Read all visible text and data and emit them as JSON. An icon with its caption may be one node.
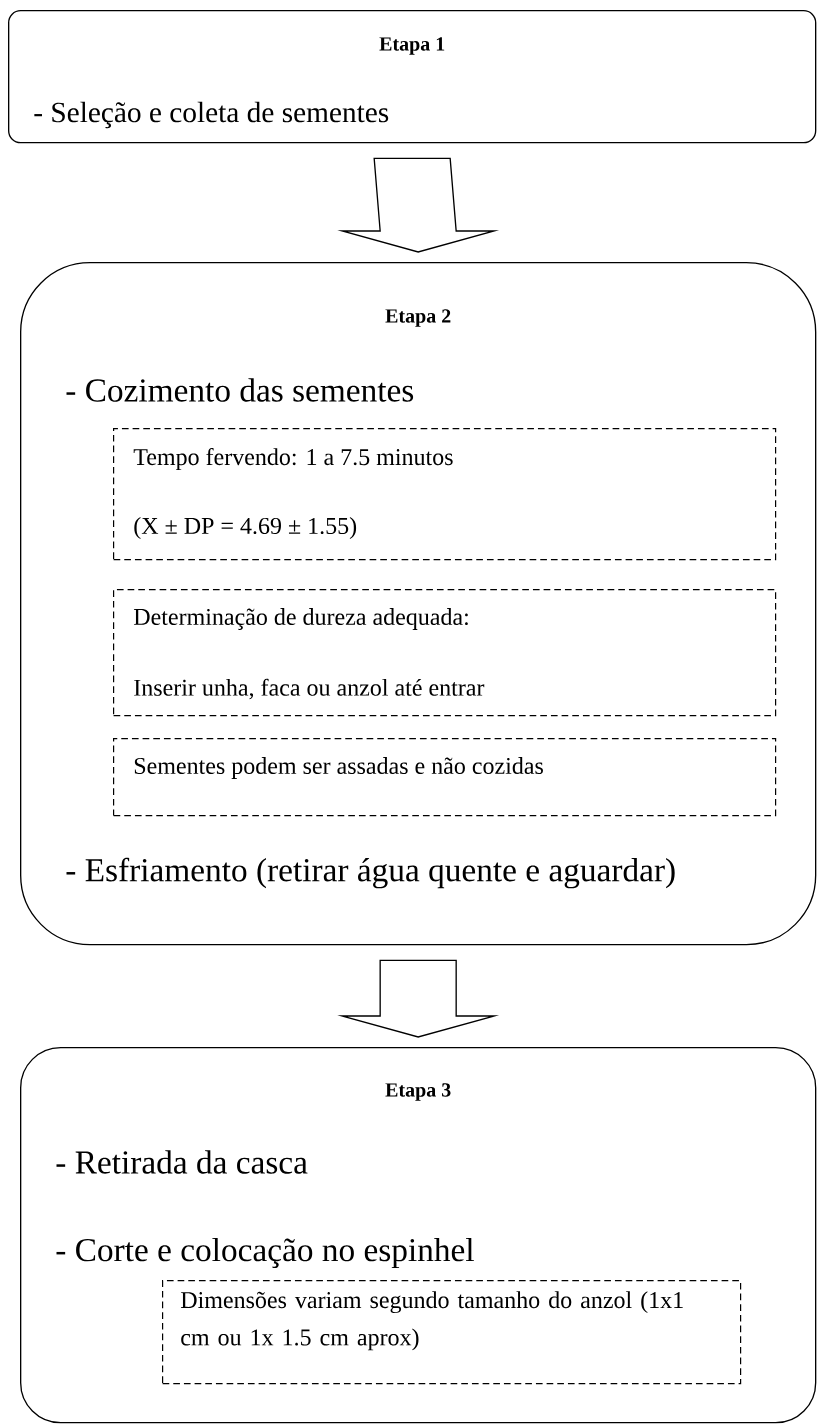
{
  "diagram": {
    "nodes": [
      {
        "text": [
          "Etapa 1",
          "- Seleção e coleta de sementes"
        ]
      },
      {
        "text": [
          "Etapa 2",
          "- Cozimento das sementes",
          "- Esfriamento (retirar água quente e aguardar)"
        ]
      },
      {
        "text": [
          "Tempo fervendo: 1 a 7.5 minutos",
          "(X ± DP = 4.69 ± 1.55)"
        ],
        "in": 1
      },
      {
        "text": [
          "Determinação de dureza adequada:",
          "Inserir unha, faca ou anzol até entrar"
        ],
        "in": 1
      },
      {
        "text": [
          "Sementes podem ser assadas e não cozidas"
        ],
        "in": 1
      },
      {
        "text": [
          "Etapa 3",
          "- Retirada da casca",
          "- Corte e colocação no espinhel"
        ]
      },
      {
        "text": [
          "Dimensões variam segundo tamanho do anzol (1x1 cm ou 1x 1.5 cm aprox)"
        ],
        "in": 5
      }
    ],
    "edges": [
      {
        "from": 0,
        "to": 1,
        "arrow": "to"
      },
      {
        "from": 1,
        "to": 5,
        "arrow": "to"
      }
    ]
  }
}
